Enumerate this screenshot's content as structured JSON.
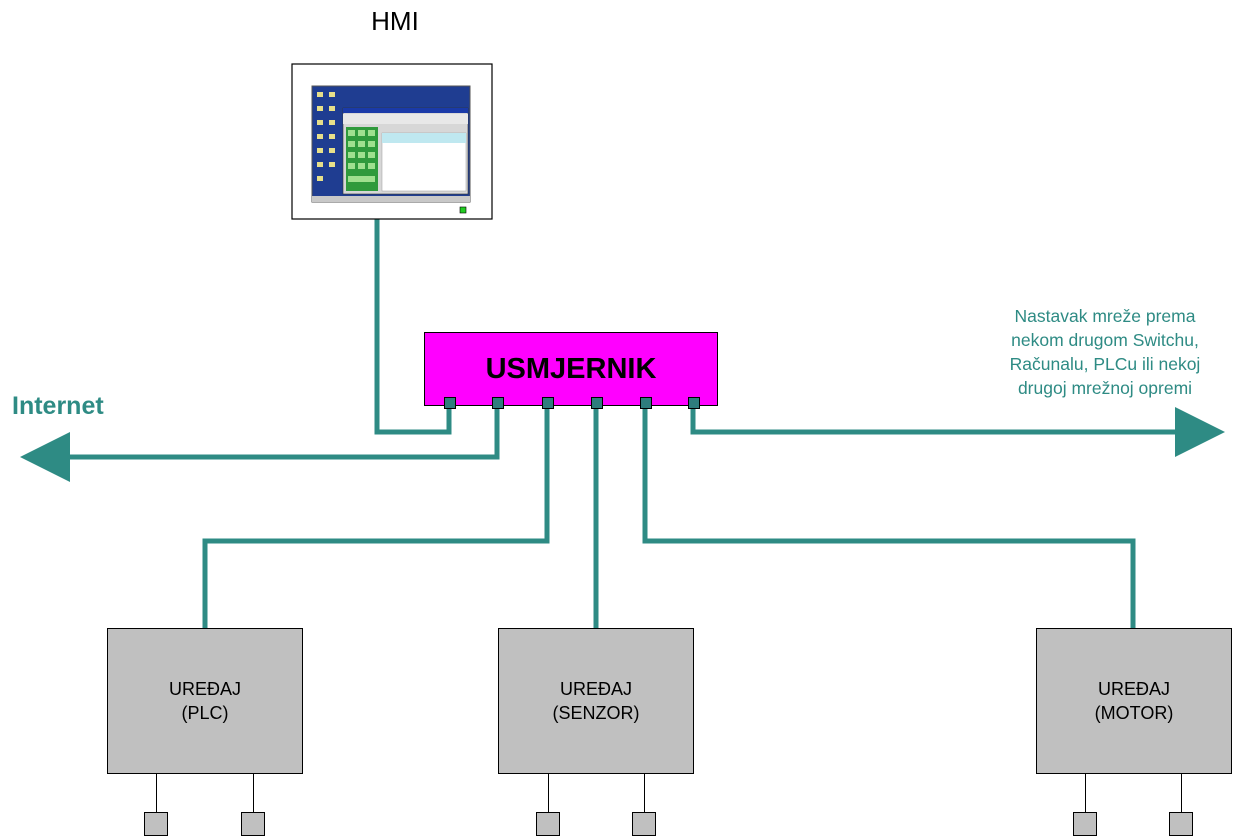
{
  "hmi": {
    "title": "HMI"
  },
  "router": {
    "label": "USMJERNIK",
    "port_count": 6,
    "color": "#ff00ff"
  },
  "internet": {
    "label": "Internet"
  },
  "network_continuation": {
    "lines": [
      "Nastavak mreže prema",
      "nekom drugom Switchu,",
      "Računalu, PLCu ili nekoj",
      "drugoj mrežnoj opremi"
    ]
  },
  "devices": [
    {
      "line1": "UREĐAJ",
      "line2": "(PLC)"
    },
    {
      "line1": "UREĐAJ",
      "line2": "(SENZOR)"
    },
    {
      "line1": "UREĐAJ",
      "line2": "(MOTOR)"
    }
  ],
  "colors": {
    "cable": "#2e8b84",
    "device": "#c0c0c0",
    "router": "#ff00ff"
  },
  "icons": [
    "hmi-screen-icon",
    "arrow-left-icon",
    "arrow-right-icon"
  ]
}
